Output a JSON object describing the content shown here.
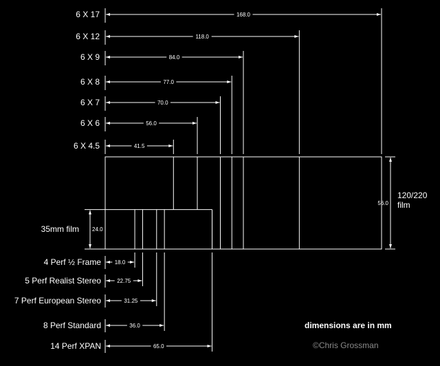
{
  "medium_format": {
    "film_label_line1": "120/220",
    "film_label_line2": "film",
    "height_mm": 56.0,
    "height_label": "56.0",
    "formats": [
      {
        "label": "6 X 17",
        "width_mm": 168.0,
        "dim_label": "168.0"
      },
      {
        "label": "6 X 12",
        "width_mm": 118.0,
        "dim_label": "118.0"
      },
      {
        "label": "6 X 9",
        "width_mm": 84.0,
        "dim_label": "84.0"
      },
      {
        "label": "6 X 8",
        "width_mm": 77.0,
        "dim_label": "77.0"
      },
      {
        "label": "6 X 7",
        "width_mm": 70.0,
        "dim_label": "70.0"
      },
      {
        "label": "6 X 6",
        "width_mm": 56.0,
        "dim_label": "56.0"
      },
      {
        "label": "6 X 4.5",
        "width_mm": 41.5,
        "dim_label": "41.5"
      }
    ]
  },
  "film_35mm": {
    "film_label": "35mm film",
    "height_mm": 24.0,
    "height_label": "24.0",
    "formats": [
      {
        "label": "4 Perf ½ Frame",
        "width_mm": 18.0,
        "dim_label": "18.0"
      },
      {
        "label": "5 Perf Realist Stereo",
        "width_mm": 22.75,
        "dim_label": "22.75"
      },
      {
        "label": "7 Perf European Stereo",
        "width_mm": 31.25,
        "dim_label": "31.25"
      },
      {
        "label": "8 Perf Standard",
        "width_mm": 36.0,
        "dim_label": "36.0"
      },
      {
        "label": "14 Perf XPAN",
        "width_mm": 65.0,
        "dim_label": "65.0"
      }
    ]
  },
  "notes": {
    "units": "dimensions are in mm",
    "credit": "©Chris Grossman"
  },
  "colors": {
    "line": "#ffffff",
    "credit": "#8a8a8a"
  }
}
